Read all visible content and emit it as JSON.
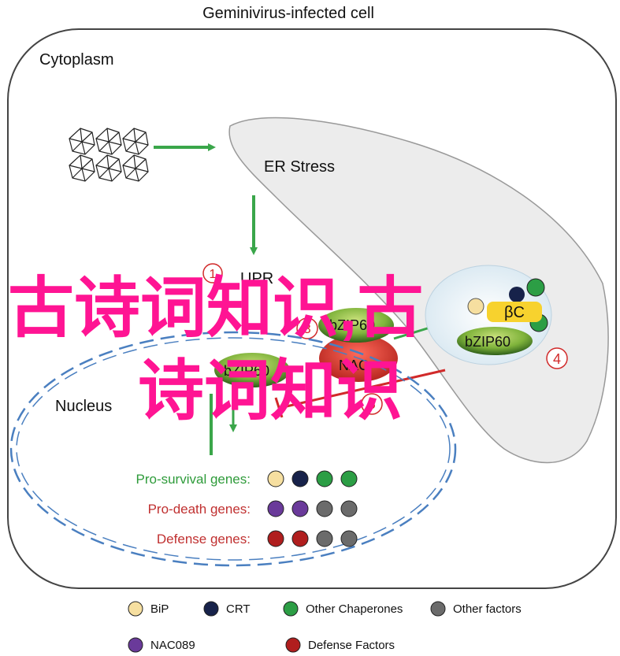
{
  "title": "Geminivirus-infected cell",
  "compartments": {
    "cytoplasm": "Cytoplasm",
    "er": "ER Stress",
    "nucleus": "Nucleus"
  },
  "molecules": {
    "upr": "UPR",
    "bzip60_nucleus": "bZIP60",
    "bzip60_center": "bZIP60",
    "bzip60_right": "bZIP60",
    "beta_c": "βC",
    "nac": "NAC"
  },
  "steps": {
    "s1": "1",
    "s3": "3",
    "s4": "4",
    "s5": "5"
  },
  "gene_groups": [
    {
      "label": "Pro-survival genes:",
      "color": "#2e9b3a",
      "dots": [
        "bip",
        "crt",
        "other_chaperones",
        "other_chaperones"
      ]
    },
    {
      "label": "Pro-death genes:",
      "color": "#c03030",
      "dots": [
        "nac089",
        "nac089",
        "other_factors",
        "other_factors"
      ]
    },
    {
      "label": "Defense genes:",
      "color": "#c03030",
      "dots": [
        "defense_factors",
        "defense_factors",
        "other_factors",
        "other_factors"
      ]
    }
  ],
  "legend": [
    {
      "key": "bip",
      "label": "BiP",
      "color": "#f6dfa0"
    },
    {
      "key": "crt",
      "label": "CRT",
      "color": "#17224a"
    },
    {
      "key": "other_chaperones",
      "label": "Other Chaperones",
      "color": "#2c9e45"
    },
    {
      "key": "other_factors",
      "label": "Other factors",
      "color": "#6b6b6b"
    },
    {
      "key": "nac089",
      "label": "NAC089",
      "color": "#6a3a9a"
    },
    {
      "key": "defense_factors",
      "label": "Defense  Factors",
      "color": "#b01e1e"
    }
  ],
  "watermark": "古诗词知识,古诗词知识",
  "colors": {
    "arrow_green": "#3aa64a",
    "arrow_red": "#d12a2a",
    "nucleus_dash": "#4a7fc0",
    "er_fill": "#ececec",
    "watermark": "#ff1493"
  }
}
